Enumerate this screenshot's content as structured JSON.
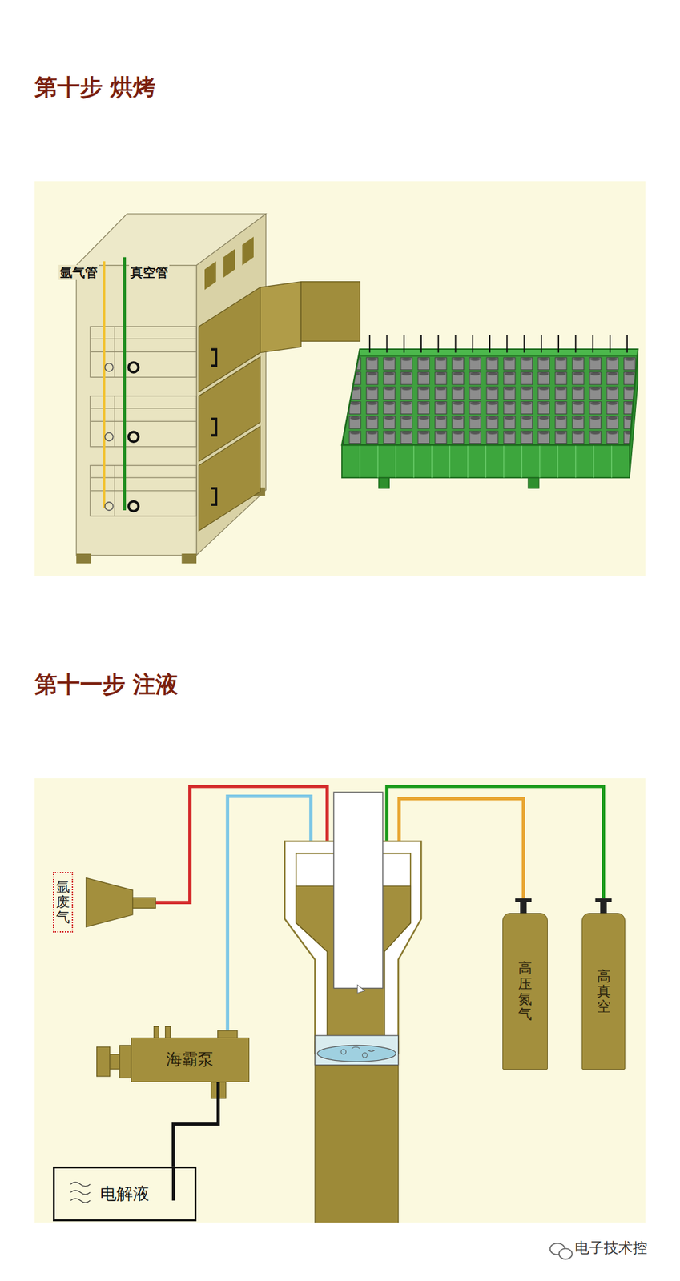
{
  "diagram": {
    "nodes": [
      {
        "text": [
          "第十步 烘烤"
        ]
      },
      {
        "text": [
          "第十一步 注液"
        ]
      },
      {
        "text": [
          "氩废气"
        ],
        "in": 1
      },
      {
        "text": [
          "海霸泵"
        ],
        "in": 1
      },
      {
        "text": [
          "电解液"
        ],
        "in": 1
      },
      {
        "text": [
          "高压氮气"
        ],
        "in": 1
      },
      {
        "text": [
          "高真空"
        ],
        "in": 1
      }
    ],
    "edges": [
      {
        "from": 4,
        "to": 3,
        "arrow": "none"
      }
    ],
    "labels": [
      "氩气管",
      "真空管",
      "电子技术控"
    ]
  }
}
